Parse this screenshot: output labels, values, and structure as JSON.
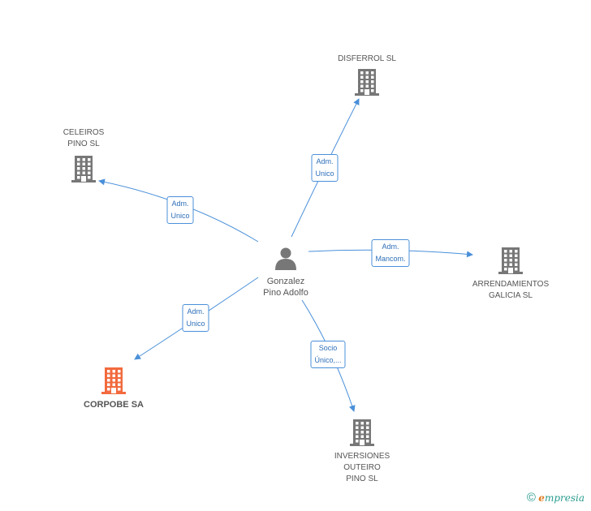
{
  "center": {
    "name": "Gonzalez\nPino Adolfo",
    "icon": "person-icon"
  },
  "companies": [
    {
      "id": "disferrol",
      "label": "DISFERROL SL",
      "icon": "building-icon",
      "highlight": false
    },
    {
      "id": "celeiros",
      "label": "CELEIROS\nPINO SL",
      "icon": "building-icon",
      "highlight": false
    },
    {
      "id": "arrendamientos",
      "label": "ARRENDAMIENTOS\nGALICIA SL",
      "icon": "building-icon",
      "highlight": false
    },
    {
      "id": "corpobe",
      "label": "CORPOBE SA",
      "icon": "building-icon",
      "highlight": true
    },
    {
      "id": "inversiones",
      "label": "INVERSIONES\nOUTEIRO\nPINO SL",
      "icon": "building-icon",
      "highlight": false
    }
  ],
  "relations": [
    {
      "to": "disferrol",
      "label": "Adm.\nUnico"
    },
    {
      "to": "celeiros",
      "label": "Adm.\nUnico"
    },
    {
      "to": "arrendamientos",
      "label": "Adm.\nMancom."
    },
    {
      "to": "corpobe",
      "label": "Adm.\nUnico"
    },
    {
      "to": "inversiones",
      "label": "Socio\nÚnico,..."
    }
  ],
  "colors": {
    "edge": "#4a90d9",
    "building": "#777777",
    "highlight": "#f26a3d",
    "person": "#777777"
  },
  "footer": {
    "copyright": "©",
    "brand_first": "e",
    "brand_rest": "mpresia"
  }
}
